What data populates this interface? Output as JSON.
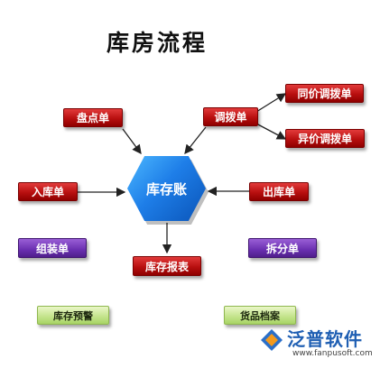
{
  "title": "库房流程",
  "center": {
    "label": "库存账",
    "color": "#1e7ee8"
  },
  "nodes": {
    "pandian": "盘点单",
    "diaobo": "调拨单",
    "tongjia": "同价调拨单",
    "yijia": "异价调拨单",
    "ruku": "入库单",
    "chuku": "出库单",
    "zuzhuang": "组装单",
    "chaifen": "拆分单",
    "baobiao": "库存报表",
    "yujing": "库存预警",
    "dangan": "货品档案"
  },
  "logo": {
    "name": "泛普软件",
    "url": "www.fanpusoft.com"
  },
  "colors": {
    "red": "#b80f0f",
    "purple": "#6a2fb0",
    "green": "#c2e38a",
    "blue": "#1e7ee8"
  }
}
